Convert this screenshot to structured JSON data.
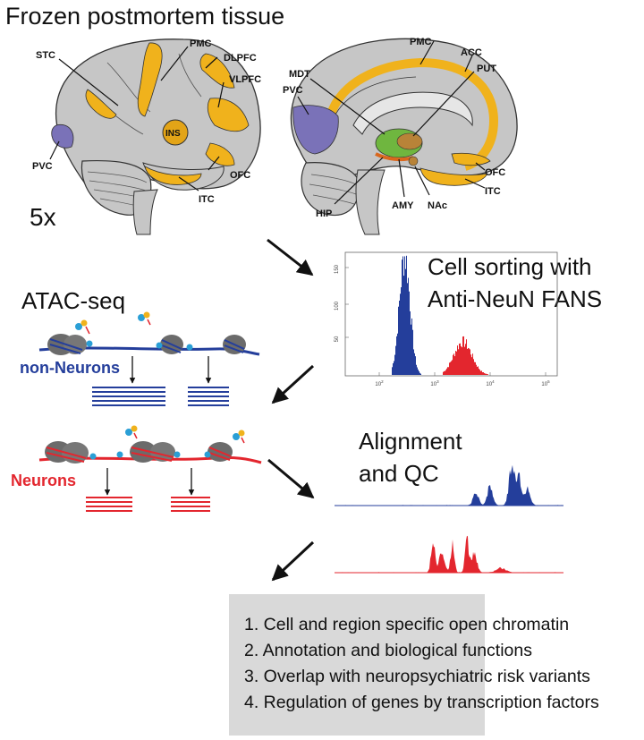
{
  "title": "Frozen postmortem tissue",
  "magnification": "5x",
  "lateral_brain_labels": {
    "stc": "STC",
    "pmc": "PMC",
    "dlpfc": "DLPFC",
    "vlpfc": "VLPFC",
    "ins": "INS",
    "pvc": "PVC",
    "ofc": "OFC",
    "itc": "ITC"
  },
  "medial_brain_labels": {
    "pmc": "PMC",
    "acc": "ACC",
    "mdt": "MDT",
    "put": "PUT",
    "pvc": "PVC",
    "ofc": "OFC",
    "itc": "ITC",
    "hip": "HIP",
    "amy": "AMY",
    "nac": "NAc"
  },
  "sorting": {
    "line1": "Cell sorting with",
    "line2": "Anti-NeuN FANS"
  },
  "histogram": {
    "y_ticks": [
      "150",
      "100",
      "50"
    ],
    "x_ticks": [
      {
        "base": "10",
        "exp": "2"
      },
      {
        "base": "10",
        "exp": "3"
      },
      {
        "base": "10",
        "exp": "4"
      },
      {
        "base": "10",
        "exp": "5"
      }
    ]
  },
  "atac": {
    "title": "ATAC-seq",
    "non_neurons": "non-Neurons",
    "neurons": "Neurons"
  },
  "alignment": {
    "line1": "Alignment",
    "line2": "and QC"
  },
  "outcomes": [
    "1. Cell and region specific open chromatin",
    "2. Annotation and biological functions",
    "3. Overlap with neuropsychiatric risk variants",
    "4. Regulation of genes by transcription factors"
  ],
  "colors": {
    "region": "#f0b21c",
    "visual": "#7a72b8",
    "neuron": "#e3262e",
    "non_neuron": "#243e9b",
    "brain": "#c6c6c6",
    "box": "#d9d9d9"
  }
}
